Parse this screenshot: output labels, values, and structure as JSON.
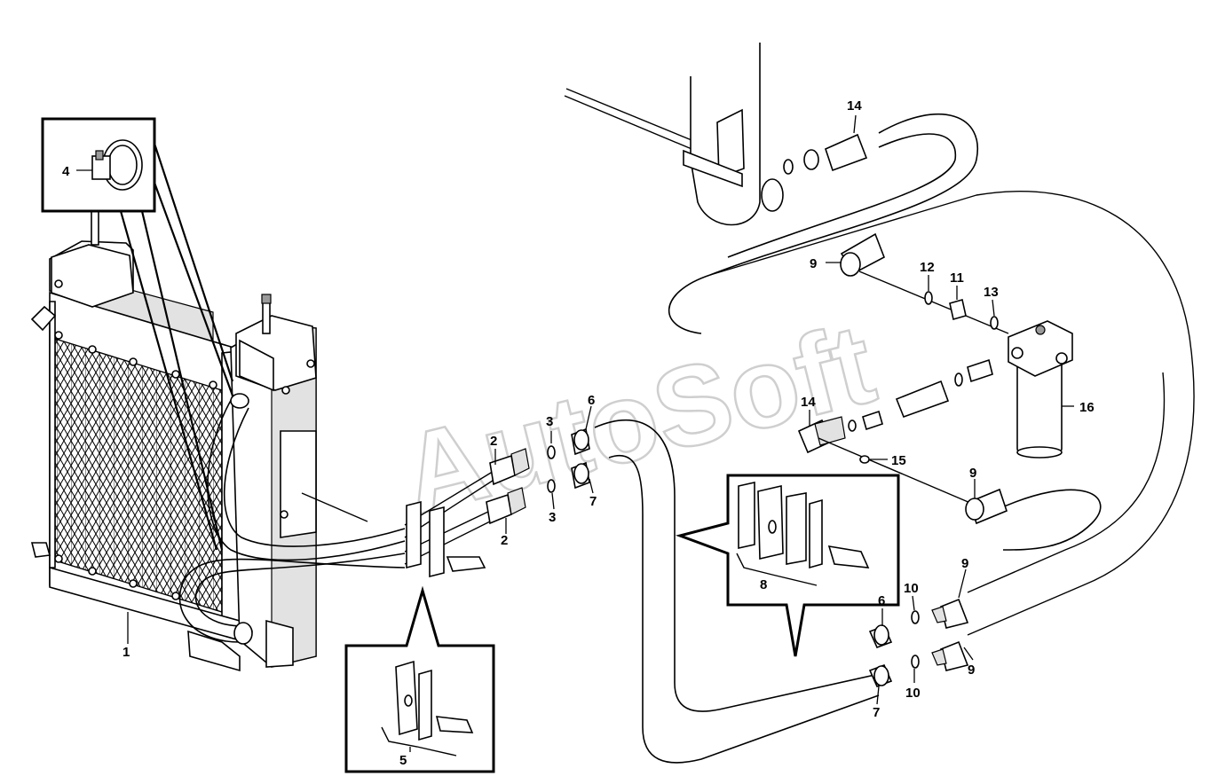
{
  "watermark": "AutoSoft",
  "callouts": {
    "c1": "1",
    "c2a": "2",
    "c2b": "2",
    "c3a": "3",
    "c3b": "3",
    "c4": "4",
    "c5": "5",
    "c6a": "6",
    "c6b": "6",
    "c7a": "7",
    "c7b": "7",
    "c8": "8",
    "c9a": "9",
    "c9b": "9",
    "c9c": "9",
    "c9d": "9",
    "c10a": "10",
    "c10b": "10",
    "c11": "11",
    "c12": "12",
    "c13": "13",
    "c14a": "14",
    "c14b": "14",
    "c15": "15",
    "c16": "16"
  }
}
